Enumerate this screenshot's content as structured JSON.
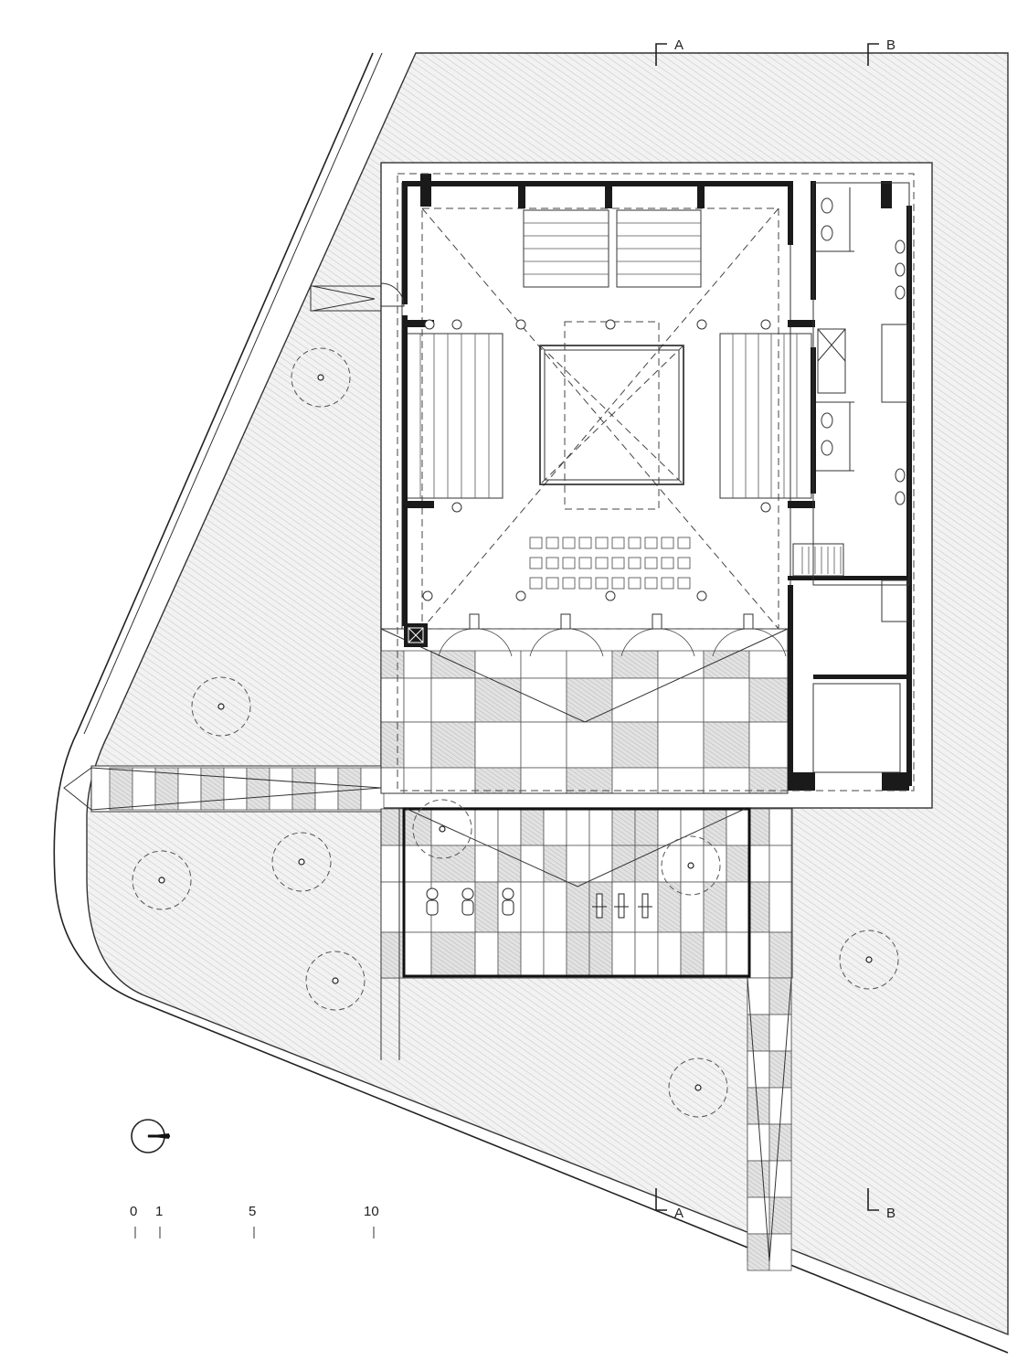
{
  "section_markers": {
    "a_top": "A",
    "b_top": "B",
    "a_bottom": "A",
    "b_bottom": "B"
  },
  "scale_bar": {
    "ticks": [
      "0",
      "1",
      "5",
      "10"
    ]
  },
  "north_arrow": {
    "icon": "north-arrow-icon"
  },
  "colors": {
    "hatch": "#d9d9d9",
    "paving_dark": "#cfcfcf",
    "line": "#222222",
    "wall": "#1a1a1a"
  }
}
